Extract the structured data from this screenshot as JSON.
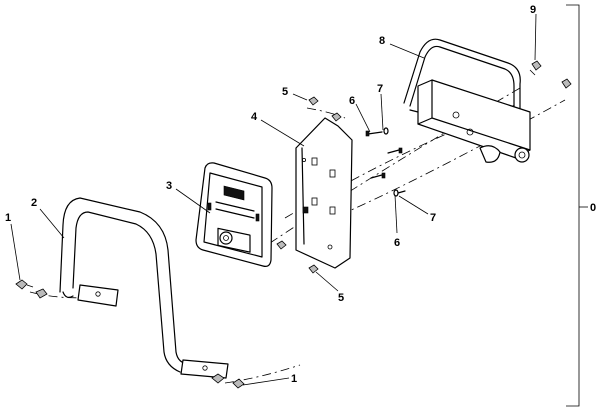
{
  "diagram": {
    "callouts": {
      "c1_top": "1",
      "c1_bottom": "1",
      "c2": "2",
      "c3": "3",
      "c4": "4",
      "c5_top": "5",
      "c5_bottom": "5",
      "c6_top": "6",
      "c6_bottom": "6",
      "c7_top": "7",
      "c7_bottom": "7",
      "c8": "8",
      "c9": "9",
      "c0": "0"
    }
  }
}
